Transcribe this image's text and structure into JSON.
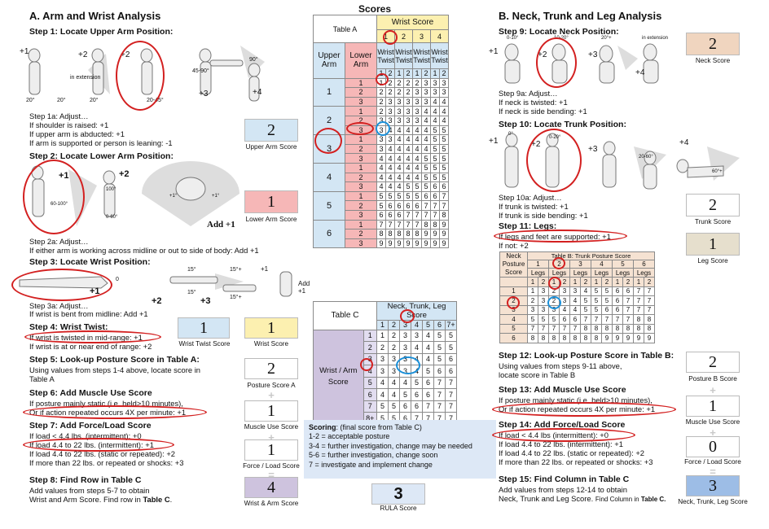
{
  "header": {
    "title_scores": "Scores"
  },
  "left": {
    "title": "A. Arm and Wrist Analysis",
    "s1": {
      "title": "Step 1: Locate Upper Arm Position:",
      "a": "Step 1a: Adjust…",
      "l1": "If shoulder is raised: +1",
      "l2": "If upper arm is abducted: +1",
      "l3": "If arm is supported or person is leaning: -1",
      "f": {
        "p1": "+1",
        "p2": "+2",
        "p3": "+2",
        "p4": "+3",
        "p5": "+4",
        "ext": "in extension",
        "d1": "20°",
        "d2": "20°",
        "d3": "20°",
        "d4": "20-45°",
        "d5": "45-90°",
        "d6": "90°"
      }
    },
    "s2": {
      "title": "Step 2: Locate Lower Arm Position:",
      "a": "Step 2a: Adjust…",
      "l1": "If either arm is working across midline or out to side of body: Add +1",
      "f": {
        "p1": "+1",
        "p2": "+2",
        "d1": "60-100°",
        "d2": "100°",
        "d3": "0-60°",
        "add": "Add +1",
        "s1": "+1°",
        "s2": "+1°"
      }
    },
    "s3": {
      "title": "Step 3: Locate Wrist Position:",
      "a": "Step 3a: Adjust…",
      "l1": "If wrist is bent from midline: Add +1",
      "f": {
        "p1": "+1",
        "p2": "+2",
        "p3": "+3",
        "d0": "0",
        "d1": "15°",
        "d2": "15°",
        "d3": "15°+",
        "d4": "15°+",
        "add": "Add +1",
        "p4": "+1"
      }
    },
    "s4": {
      "title": "Step 4: Wrist Twist:",
      "l1": "If wrist is twisted in mid-range: +1",
      "l2": "If wrist is at or near end of range: +2"
    },
    "s5": {
      "title": "Step 5: Look-up Posture Score in Table A:",
      "l1": "Using values from steps 1-4 above, locate score in",
      "l2": "Table A"
    },
    "s6": {
      "title": "Step 6: Add Muscle Use Score",
      "l1": "If posture mainly static (i.e. held>10 minutes),",
      "l2": "Or if action repeated occurs 4X per minute: +1"
    },
    "s7": {
      "title": "Step 7: Add Force/Load Score",
      "l1": "If load < 4.4 lbs. (intermittent): +0",
      "l2": "If load 4.4 to 22 lbs. (intermittent): +1",
      "l3": "If load 4.4 to 22 lbs. (static or repeated): +2",
      "l4": "If more than 22 lbs. or repeated or shocks: +3"
    },
    "s8": {
      "title": "Step 8: Find Row in Table C",
      "l1": "Add values from steps 5-7 to obtain",
      "l2a": "Wrist and Arm Score. Find row in ",
      "l2b": "Table C",
      "l2c": "."
    },
    "scores": {
      "upper_arm": "2",
      "upper_arm_label": "Upper Arm Score",
      "lower_arm": "1",
      "lower_arm_label": "Lower Arm Score",
      "wrist_twist": "1",
      "wrist_twist_label": "Wrist Twist Score",
      "wrist": "1",
      "wrist_label": "Wrist Score",
      "posture_a": "2",
      "posture_a_label": "Posture Score A",
      "muscle": "1",
      "muscle_label": "Muscle Use Score",
      "force": "1",
      "force_label": "Force / Load Score",
      "wrist_arm": "4",
      "wrist_arm_label": "Wrist & Arm Score",
      "plus": "+",
      "eq": "="
    }
  },
  "right": {
    "title": "B. Neck, Trunk and Leg Analysis",
    "s9": {
      "title": "Step 9: Locate Neck Position:",
      "a": "Step 9a: Adjust…",
      "l1": "If neck is twisted: +1",
      "l2": "If neck is side bending: +1",
      "f": {
        "p1": "+1",
        "p2": "+2",
        "p3": "+3",
        "p4": "+4",
        "d1": "0-10°",
        "d2": "10-20°",
        "d3": "20°+",
        "ext": "in extension"
      }
    },
    "s10": {
      "title": "Step 10: Locate Trunk Position:",
      "a": "Step 10a: Adjust…",
      "l1": "If trunk is twisted: +1",
      "l2": "If trunk is side bending: +1",
      "f": {
        "p1": "+1",
        "p2": "+2",
        "p3": "+3",
        "p4": "+4",
        "d1": "0°",
        "d2": "0-20°",
        "d3": "20-60°",
        "d4": "60°+"
      }
    },
    "s11": {
      "title": "Step 11: Legs:",
      "l1": "If legs and feet are supported: +1",
      "l2": "If not: +2"
    },
    "s12": {
      "title": "Step 12: Look-up Posture Score in Table B:",
      "l1": "Using values from steps 9-11 above,",
      "l2": "locate score in Table B"
    },
    "s13": {
      "title": "Step 13: Add Muscle Use Score",
      "l1": "If posture mainly static (i.e. held>10 minutes),",
      "l2": "Or if action repeated occurs 4X per minute: +1"
    },
    "s14": {
      "title": "Step 14: Add Force/Load Score",
      "l1": "If load < 4.4 lbs (intermittent): +0",
      "l2": "If load 4.4 to 22 lbs. (intermittent): +1",
      "l3": "If load 4.4 to 22 lbs. (static or repeated): +2",
      "l4": "If more than 22 lbs. or repeated or shocks: +3"
    },
    "s15": {
      "title": "Step 15: Find Column in Table C",
      "l1": "Add values from steps 12-14 to obtain",
      "l2a": "Neck, Trunk and Leg Score. ",
      "l2b": "Find Column in ",
      "l2c": "Table C."
    },
    "scores": {
      "neck": "2",
      "neck_label": "Neck Score",
      "trunk": "2",
      "trunk_label": "Trunk Score",
      "leg": "1",
      "leg_label": "Leg Score",
      "posture_b": "2",
      "posture_b_label": "Posture B Score",
      "muscle": "1",
      "muscle_label": "Muscle Use Score",
      "force": "0",
      "force_label": "Force / Load Score",
      "ntl": "3",
      "ntl_label": "Neck, Trunk, Leg Score",
      "plus": "+",
      "eq": "="
    }
  },
  "tableA": {
    "label": "Table A",
    "wrist_score": "Wrist Score",
    "wrist_cols": [
      "1",
      "2",
      "3",
      "4"
    ],
    "wrist_twist": "Wrist Twist",
    "upper_arm": "Upper Arm",
    "lower_arm": "Lower Arm",
    "twist_vals": [
      "1",
      "2",
      "1",
      "2",
      "1",
      "2",
      "1",
      "2"
    ],
    "rows": [
      {
        "ua": "1",
        "la": "1",
        "v": [
          "1",
          "2",
          "2",
          "2",
          "2",
          "3",
          "3",
          "3"
        ]
      },
      {
        "ua": "",
        "la": "2",
        "v": [
          "2",
          "2",
          "2",
          "2",
          "3",
          "3",
          "3",
          "3"
        ]
      },
      {
        "ua": "",
        "la": "3",
        "v": [
          "2",
          "3",
          "3",
          "3",
          "3",
          "3",
          "4",
          "4"
        ]
      },
      {
        "ua": "2",
        "la": "1",
        "v": [
          "2",
          "3",
          "3",
          "3",
          "3",
          "4",
          "4",
          "4"
        ]
      },
      {
        "ua": "",
        "la": "2",
        "v": [
          "3",
          "3",
          "3",
          "3",
          "3",
          "4",
          "4",
          "4"
        ]
      },
      {
        "ua": "",
        "la": "3",
        "v": [
          "3",
          "4",
          "4",
          "4",
          "4",
          "4",
          "5",
          "5"
        ]
      },
      {
        "ua": "3",
        "la": "1",
        "v": [
          "3",
          "3",
          "4",
          "4",
          "4",
          "4",
          "5",
          "5"
        ]
      },
      {
        "ua": "",
        "la": "2",
        "v": [
          "3",
          "4",
          "4",
          "4",
          "4",
          "4",
          "5",
          "5"
        ]
      },
      {
        "ua": "",
        "la": "3",
        "v": [
          "4",
          "4",
          "4",
          "4",
          "4",
          "5",
          "5",
          "5"
        ]
      },
      {
        "ua": "4",
        "la": "1",
        "v": [
          "4",
          "4",
          "4",
          "4",
          "4",
          "5",
          "5",
          "5"
        ]
      },
      {
        "ua": "",
        "la": "2",
        "v": [
          "4",
          "4",
          "4",
          "4",
          "4",
          "5",
          "5",
          "5"
        ]
      },
      {
        "ua": "",
        "la": "3",
        "v": [
          "4",
          "4",
          "4",
          "5",
          "5",
          "5",
          "6",
          "6"
        ]
      },
      {
        "ua": "5",
        "la": "1",
        "v": [
          "5",
          "5",
          "5",
          "5",
          "5",
          "6",
          "6",
          "7"
        ]
      },
      {
        "ua": "",
        "la": "2",
        "v": [
          "5",
          "6",
          "6",
          "6",
          "6",
          "7",
          "7",
          "7"
        ]
      },
      {
        "ua": "",
        "la": "3",
        "v": [
          "6",
          "6",
          "6",
          "7",
          "7",
          "7",
          "7",
          "8"
        ]
      },
      {
        "ua": "6",
        "la": "1",
        "v": [
          "7",
          "7",
          "7",
          "7",
          "7",
          "8",
          "8",
          "9"
        ]
      },
      {
        "ua": "",
        "la": "2",
        "v": [
          "8",
          "8",
          "8",
          "8",
          "8",
          "9",
          "9",
          "9"
        ]
      },
      {
        "ua": "",
        "la": "3",
        "v": [
          "9",
          "9",
          "9",
          "9",
          "9",
          "9",
          "9",
          "9"
        ]
      }
    ]
  },
  "tableC": {
    "label": "Table C",
    "ntl": "Neck, Trunk, Leg Score",
    "cols": [
      "1",
      "2",
      "3",
      "4",
      "5",
      "6",
      "7+"
    ],
    "row_label": "Wrist / Arm Score",
    "rows": [
      {
        "r": "1",
        "v": [
          "1",
          "2",
          "3",
          "3",
          "4",
          "5",
          "5"
        ]
      },
      {
        "r": "2",
        "v": [
          "2",
          "2",
          "3",
          "4",
          "4",
          "5",
          "5"
        ]
      },
      {
        "r": "3",
        "v": [
          "3",
          "3",
          "3",
          "4",
          "4",
          "5",
          "6"
        ]
      },
      {
        "r": "4",
        "v": [
          "3",
          "3",
          "3",
          "4",
          "5",
          "6",
          "6"
        ]
      },
      {
        "r": "5",
        "v": [
          "4",
          "4",
          "4",
          "5",
          "6",
          "7",
          "7"
        ]
      },
      {
        "r": "6",
        "v": [
          "4",
          "4",
          "5",
          "6",
          "6",
          "7",
          "7"
        ]
      },
      {
        "r": "7",
        "v": [
          "5",
          "5",
          "6",
          "6",
          "7",
          "7",
          "7"
        ]
      },
      {
        "r": "8+",
        "v": [
          "5",
          "5",
          "6",
          "7",
          "7",
          "7",
          "7"
        ]
      }
    ]
  },
  "tableB": {
    "title": "Table B: Trunk Posture Score",
    "neck_posture": "Neck Posture Score",
    "trunk_cols": [
      "1",
      "2",
      "3",
      "4",
      "5",
      "6"
    ],
    "legs": "Legs",
    "leg_vals": [
      "1",
      "2",
      "1",
      "2",
      "1",
      "2",
      "1",
      "2",
      "1",
      "2",
      "1",
      "2"
    ],
    "rows": [
      {
        "r": "1",
        "v": [
          "1",
          "3",
          "2",
          "3",
          "3",
          "4",
          "5",
          "5",
          "6",
          "6",
          "7",
          "7"
        ]
      },
      {
        "r": "2",
        "v": [
          "2",
          "3",
          "2",
          "3",
          "4",
          "5",
          "5",
          "5",
          "6",
          "7",
          "7",
          "7"
        ]
      },
      {
        "r": "3",
        "v": [
          "3",
          "3",
          "3",
          "4",
          "4",
          "5",
          "5",
          "6",
          "6",
          "7",
          "7",
          "7"
        ]
      },
      {
        "r": "4",
        "v": [
          "5",
          "5",
          "5",
          "6",
          "6",
          "7",
          "7",
          "7",
          "7",
          "7",
          "8",
          "8"
        ]
      },
      {
        "r": "5",
        "v": [
          "7",
          "7",
          "7",
          "7",
          "7",
          "8",
          "8",
          "8",
          "8",
          "8",
          "8",
          "8"
        ]
      },
      {
        "r": "6",
        "v": [
          "8",
          "8",
          "8",
          "8",
          "8",
          "8",
          "8",
          "9",
          "9",
          "9",
          "9",
          "9"
        ]
      }
    ]
  },
  "scoring": {
    "title": "Scoring",
    "sub": ": (final score from Table C)",
    "l1": "1-2 = acceptable posture",
    "l2": "3-4 = further investigation, change may be needed",
    "l3": "5-6 = further investigation, change soon",
    "l4": "7 = investigate and implement change"
  },
  "rula": {
    "value": "3",
    "label": "RULA Score"
  }
}
